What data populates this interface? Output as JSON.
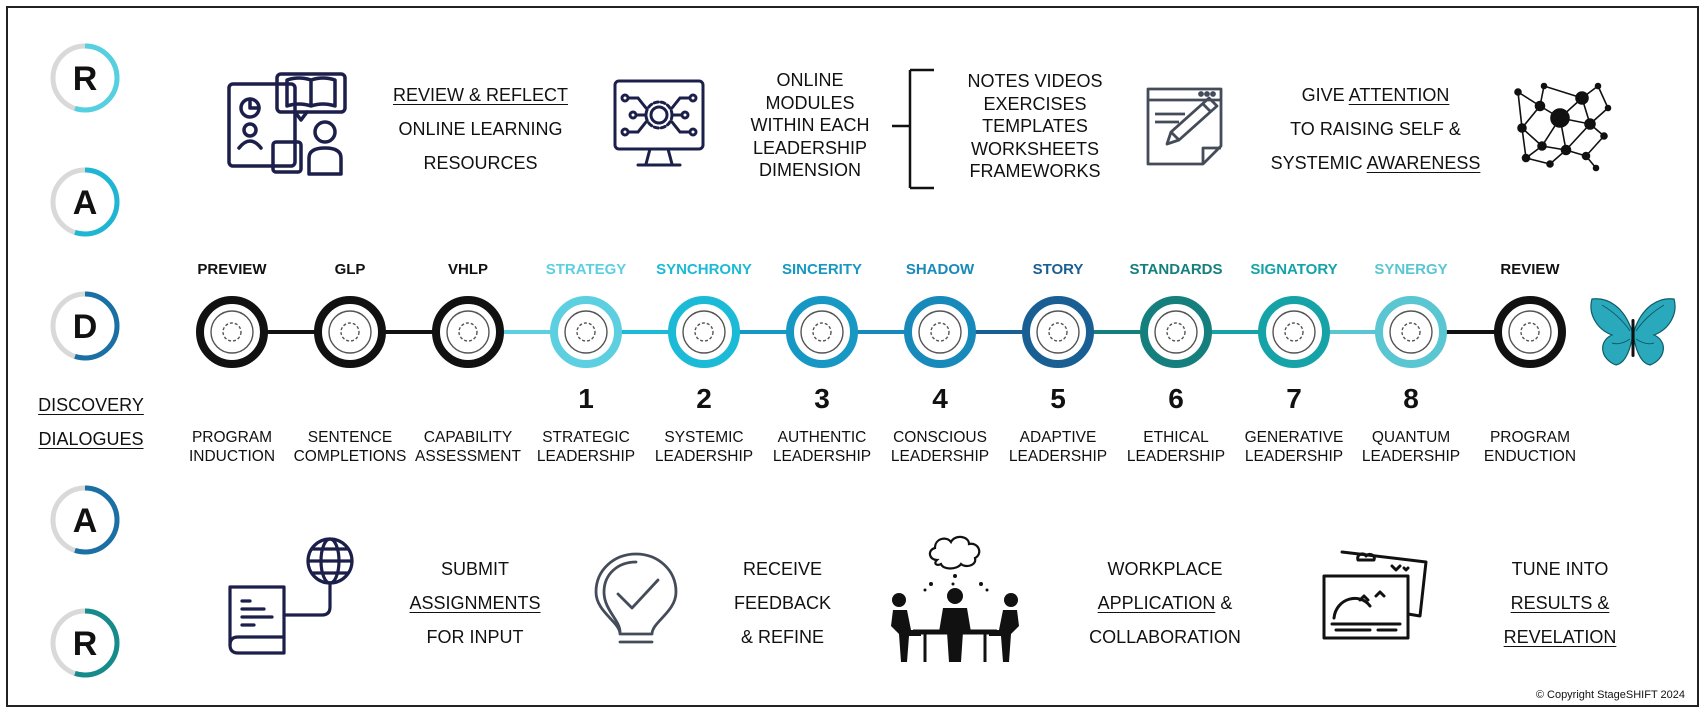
{
  "radar": [
    {
      "letter": "R",
      "ring": "#55d0e0"
    },
    {
      "letter": "A",
      "ring": "#1fb6d4"
    },
    {
      "letter": "D",
      "ring": "#1a6fa5"
    },
    {
      "letter": "A",
      "ring": "#1a6fa5"
    },
    {
      "letter": "R",
      "ring": "#168b8c"
    }
  ],
  "discovery": {
    "line1": "DISCOVERY",
    "line2": "DIALOGUES"
  },
  "top_row": {
    "review_line1": "REVIEW & REFLECT",
    "review_line2": "ONLINE LEARNING",
    "review_line3": "RESOURCES",
    "modules": [
      "ONLINE",
      "MODULES",
      "WITHIN EACH",
      "LEADERSHIP",
      "DIMENSION"
    ],
    "notes": [
      "NOTES VIDEOS",
      "EXERCISES",
      "TEMPLATES",
      "WORKSHEETS",
      "FRAMEWORKS"
    ],
    "give_1a": "GIVE ",
    "give_1b": "ATTENTION",
    "give_2": "TO RAISING SELF &",
    "give_3a": "SYSTEMIC ",
    "give_3b": "AWARENESS"
  },
  "stages": [
    {
      "head": "PREVIEW",
      "num": "",
      "desc1": "PROGRAM",
      "desc2": "INDUCTION",
      "color": "#111111",
      "headcolor": "#111111"
    },
    {
      "head": "GLP",
      "num": "",
      "desc1": "SENTENCE",
      "desc2": "COMPLETIONS",
      "color": "#111111",
      "headcolor": "#111111"
    },
    {
      "head": "VHLP",
      "num": "",
      "desc1": "CAPABILITY",
      "desc2": "ASSESSMENT",
      "color": "#111111",
      "headcolor": "#111111"
    },
    {
      "head": "STRATEGY",
      "num": "1",
      "desc1": "STRATEGIC",
      "desc2": "LEADERSHIP",
      "color": "#5ccfe0",
      "headcolor": "#5ccfe0"
    },
    {
      "head": "SYNCHRONY",
      "num": "2",
      "desc1": "SYSTEMIC",
      "desc2": "LEADERSHIP",
      "color": "#1bbad6",
      "headcolor": "#1bbad6"
    },
    {
      "head": "SINCERITY",
      "num": "3",
      "desc1": "AUTHENTIC",
      "desc2": "LEADERSHIP",
      "color": "#1798c4",
      "headcolor": "#1798c4"
    },
    {
      "head": "SHADOW",
      "num": "4",
      "desc1": "CONSCIOUS",
      "desc2": "LEADERSHIP",
      "color": "#1889bb",
      "headcolor": "#1889bb"
    },
    {
      "head": "STORY",
      "num": "5",
      "desc1": "ADAPTIVE",
      "desc2": "LEADERSHIP",
      "color": "#1a5f93",
      "headcolor": "#1a5f93"
    },
    {
      "head": "STANDARDS",
      "num": "6",
      "desc1": "ETHICAL",
      "desc2": "LEADERSHIP",
      "color": "#147f7c",
      "headcolor": "#147f7c"
    },
    {
      "head": "SIGNATORY",
      "num": "7",
      "desc1": "GENERATIVE",
      "desc2": "LEADERSHIP",
      "color": "#16a3a8",
      "headcolor": "#16a3a8"
    },
    {
      "head": "SYNERGY",
      "num": "8",
      "desc1": "QUANTUM",
      "desc2": "LEADERSHIP",
      "color": "#5ac6d2",
      "headcolor": "#5ac6d2"
    },
    {
      "head": "REVIEW",
      "num": "",
      "desc1": "PROGRAM",
      "desc2": "ENDUCTION",
      "color": "#111111",
      "headcolor": "#111111"
    }
  ],
  "bottom_row": {
    "submit_1": "SUBMIT",
    "submit_2": "ASSIGNMENTS",
    "submit_3": "FOR INPUT",
    "receive_1": "RECEIVE",
    "receive_2": "FEEDBACK",
    "receive_3": "& REFINE",
    "work_1": "WORKPLACE",
    "work_2a": "APPLICATION",
    "work_2b": " &",
    "work_3": "COLLABORATION",
    "tune_1": "TUNE INTO",
    "tune_2": "RESULTS &",
    "tune_3": "REVELATION"
  },
  "copyright": "© Copyright StageSHIFT 2024",
  "colors": {
    "navy": "#1b1f4a",
    "butterfly": "#2aa9bd"
  }
}
